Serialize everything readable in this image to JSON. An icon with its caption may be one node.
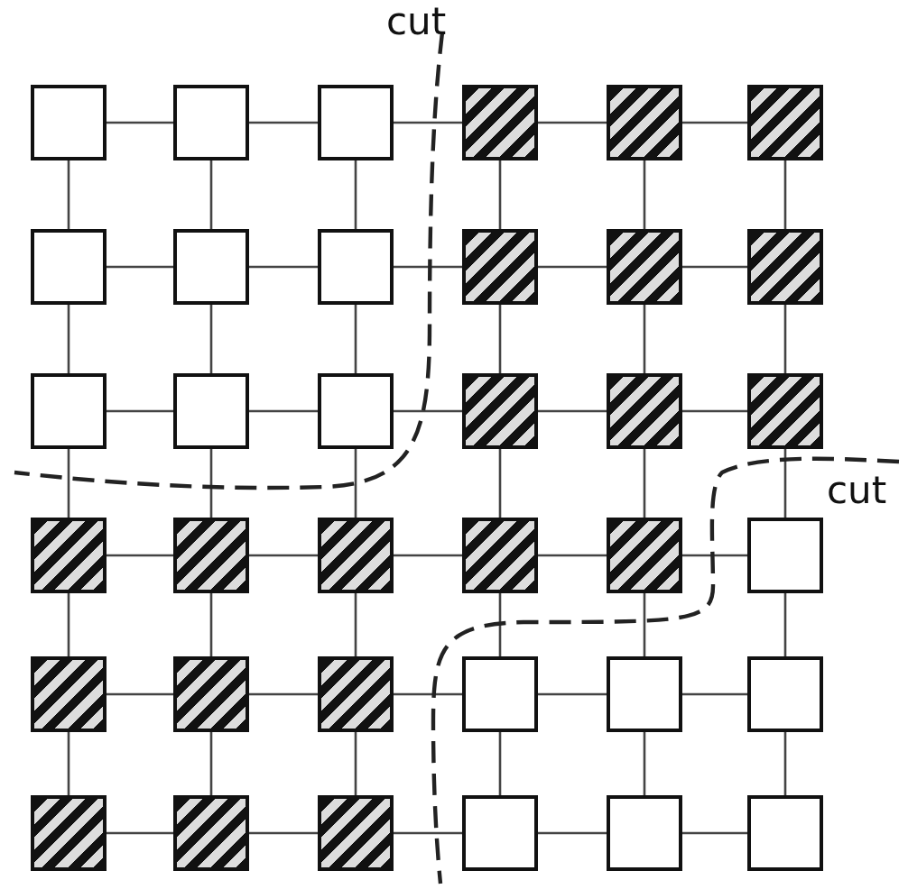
{
  "diagram": {
    "nodes": [
      {
        "text": [],
        "shape": "box"
      },
      {
        "text": [],
        "shape": "box"
      },
      {
        "text": [],
        "shape": "box"
      },
      {
        "text": [],
        "shape": "hatched"
      },
      {
        "text": [],
        "shape": "hatched"
      },
      {
        "text": [],
        "shape": "hatched"
      },
      {
        "text": [],
        "shape": "box"
      },
      {
        "text": [],
        "shape": "box"
      },
      {
        "text": [],
        "shape": "box"
      },
      {
        "text": [],
        "shape": "hatched"
      },
      {
        "text": [],
        "shape": "hatched"
      },
      {
        "text": [],
        "shape": "hatched"
      },
      {
        "text": [],
        "shape": "box"
      },
      {
        "text": [],
        "shape": "box"
      },
      {
        "text": [],
        "shape": "box"
      },
      {
        "text": [],
        "shape": "hatched"
      },
      {
        "text": [],
        "shape": "hatched"
      },
      {
        "text": [],
        "shape": "hatched"
      },
      {
        "text": [],
        "shape": "hatched"
      },
      {
        "text": [],
        "shape": "hatched"
      },
      {
        "text": [],
        "shape": "hatched"
      },
      {
        "text": [],
        "shape": "hatched"
      },
      {
        "text": [],
        "shape": "hatched"
      },
      {
        "text": [],
        "shape": "box"
      },
      {
        "text": [],
        "shape": "hatched"
      },
      {
        "text": [],
        "shape": "hatched"
      },
      {
        "text": [],
        "shape": "hatched"
      },
      {
        "text": [],
        "shape": "box"
      },
      {
        "text": [],
        "shape": "box"
      },
      {
        "text": [],
        "shape": "box"
      },
      {
        "text": [],
        "shape": "hatched"
      },
      {
        "text": [],
        "shape": "hatched"
      },
      {
        "text": [],
        "shape": "hatched"
      },
      {
        "text": [],
        "shape": "box"
      },
      {
        "text": [],
        "shape": "box"
      },
      {
        "text": [],
        "shape": "box"
      }
    ],
    "edges": [
      {
        "from": 0,
        "to": 1,
        "arrow": "none"
      },
      {
        "from": 1,
        "to": 2,
        "arrow": "none"
      },
      {
        "from": 2,
        "to": 3,
        "arrow": "none"
      },
      {
        "from": 3,
        "to": 4,
        "arrow": "none"
      },
      {
        "from": 4,
        "to": 5,
        "arrow": "none"
      },
      {
        "from": 6,
        "to": 7,
        "arrow": "none"
      },
      {
        "from": 7,
        "to": 8,
        "arrow": "none"
      },
      {
        "from": 8,
        "to": 9,
        "arrow": "none"
      },
      {
        "from": 9,
        "to": 10,
        "arrow": "none"
      },
      {
        "from": 10,
        "to": 11,
        "arrow": "none"
      },
      {
        "from": 12,
        "to": 13,
        "arrow": "none"
      },
      {
        "from": 13,
        "to": 14,
        "arrow": "none"
      },
      {
        "from": 14,
        "to": 15,
        "arrow": "none"
      },
      {
        "from": 15,
        "to": 16,
        "arrow": "none"
      },
      {
        "from": 16,
        "to": 17,
        "arrow": "none"
      },
      {
        "from": 18,
        "to": 19,
        "arrow": "none"
      },
      {
        "from": 19,
        "to": 20,
        "arrow": "none"
      },
      {
        "from": 20,
        "to": 21,
        "arrow": "none"
      },
      {
        "from": 21,
        "to": 22,
        "arrow": "none"
      },
      {
        "from": 22,
        "to": 23,
        "arrow": "none"
      },
      {
        "from": 24,
        "to": 25,
        "arrow": "none"
      },
      {
        "from": 25,
        "to": 26,
        "arrow": "none"
      },
      {
        "from": 26,
        "to": 27,
        "arrow": "none"
      },
      {
        "from": 27,
        "to": 28,
        "arrow": "none"
      },
      {
        "from": 28,
        "to": 29,
        "arrow": "none"
      },
      {
        "from": 30,
        "to": 31,
        "arrow": "none"
      },
      {
        "from": 31,
        "to": 32,
        "arrow": "none"
      },
      {
        "from": 32,
        "to": 33,
        "arrow": "none"
      },
      {
        "from": 33,
        "to": 34,
        "arrow": "none"
      },
      {
        "from": 34,
        "to": 35,
        "arrow": "none"
      },
      {
        "from": 0,
        "to": 6,
        "arrow": "none"
      },
      {
        "from": 1,
        "to": 7,
        "arrow": "none"
      },
      {
        "from": 2,
        "to": 8,
        "arrow": "none"
      },
      {
        "from": 3,
        "to": 9,
        "arrow": "none"
      },
      {
        "from": 4,
        "to": 10,
        "arrow": "none"
      },
      {
        "from": 5,
        "to": 11,
        "arrow": "none"
      },
      {
        "from": 6,
        "to": 12,
        "arrow": "none"
      },
      {
        "from": 7,
        "to": 13,
        "arrow": "none"
      },
      {
        "from": 8,
        "to": 14,
        "arrow": "none"
      },
      {
        "from": 9,
        "to": 15,
        "arrow": "none"
      },
      {
        "from": 10,
        "to": 16,
        "arrow": "none"
      },
      {
        "from": 11,
        "to": 17,
        "arrow": "none"
      },
      {
        "from": 12,
        "to": 18,
        "arrow": "none"
      },
      {
        "from": 13,
        "to": 19,
        "arrow": "none"
      },
      {
        "from": 14,
        "to": 20,
        "arrow": "none"
      },
      {
        "from": 15,
        "to": 21,
        "arrow": "none"
      },
      {
        "from": 16,
        "to": 22,
        "arrow": "none"
      },
      {
        "from": 17,
        "to": 23,
        "arrow": "none"
      },
      {
        "from": 18,
        "to": 24,
        "arrow": "none"
      },
      {
        "from": 19,
        "to": 25,
        "arrow": "none"
      },
      {
        "from": 20,
        "to": 26,
        "arrow": "none"
      },
      {
        "from": 21,
        "to": 27,
        "arrow": "none"
      },
      {
        "from": 22,
        "to": 28,
        "arrow": "none"
      },
      {
        "from": 23,
        "to": 29,
        "arrow": "none"
      },
      {
        "from": 24,
        "to": 30,
        "arrow": "none"
      },
      {
        "from": 25,
        "to": 31,
        "arrow": "none"
      },
      {
        "from": 26,
        "to": 32,
        "arrow": "none"
      },
      {
        "from": 27,
        "to": 33,
        "arrow": "none"
      },
      {
        "from": 28,
        "to": 34,
        "arrow": "none"
      },
      {
        "from": 29,
        "to": 35,
        "arrow": "none"
      }
    ],
    "labels": [
      "cut",
      "cut"
    ]
  }
}
